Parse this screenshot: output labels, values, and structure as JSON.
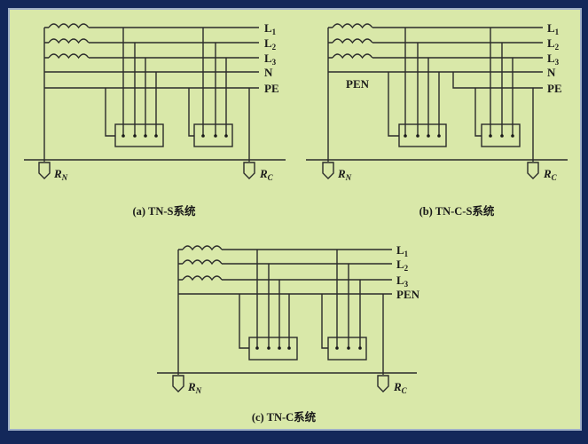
{
  "colors": {
    "background": "#d9e8a9",
    "frame": "#13285a",
    "wire": "#2b2b2b"
  },
  "diagram_a": {
    "caption": "(a) TN-S系统",
    "lines": [
      {
        "base": "L",
        "sub": "1"
      },
      {
        "base": "L",
        "sub": "2"
      },
      {
        "base": "L",
        "sub": "3"
      },
      {
        "base": "N",
        "sub": ""
      },
      {
        "base": "PE",
        "sub": ""
      }
    ],
    "rn": {
      "base": "R",
      "sub": "N"
    },
    "rc": {
      "base": "R",
      "sub": "C"
    }
  },
  "diagram_b": {
    "caption": "(b) TN-C-S系统",
    "pen_label": "PEN",
    "lines": [
      {
        "base": "L",
        "sub": "1"
      },
      {
        "base": "L",
        "sub": "2"
      },
      {
        "base": "L",
        "sub": "3"
      },
      {
        "base": "N",
        "sub": ""
      },
      {
        "base": "PE",
        "sub": ""
      }
    ],
    "rn": {
      "base": "R",
      "sub": "N"
    },
    "rc": {
      "base": "R",
      "sub": "C"
    }
  },
  "diagram_c": {
    "caption": "(c) TN-C系统",
    "lines": [
      {
        "base": "L",
        "sub": "1"
      },
      {
        "base": "L",
        "sub": "2"
      },
      {
        "base": "L",
        "sub": "3"
      },
      {
        "base": "PEN",
        "sub": ""
      }
    ],
    "rn": {
      "base": "R",
      "sub": "N"
    },
    "rc": {
      "base": "R",
      "sub": "C"
    }
  }
}
